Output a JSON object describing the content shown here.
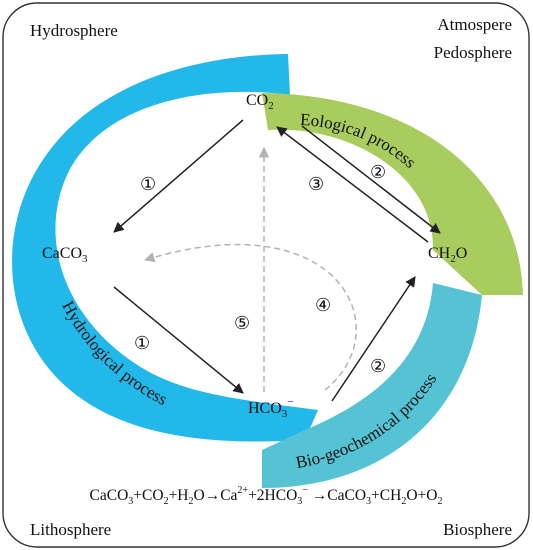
{
  "spheres": {
    "hydrosphere": "Hydrosphere",
    "atmosphere": "Atmospere",
    "pedosphere": "Pedosphere",
    "lithosphere": "Lithosphere",
    "biosphere": "Biosphere"
  },
  "nodes": {
    "co2": {
      "base": "CO",
      "sub": "2"
    },
    "caco3": {
      "base": "CaCO",
      "sub": "3"
    },
    "ch2o": {
      "a": "CH",
      "sub": "2",
      "b": "O"
    },
    "hco3": {
      "base": "HCO",
      "sub": "3",
      "sup": "−"
    }
  },
  "processes": {
    "ecological": "Eological process",
    "hydrological": "Hydrological process",
    "biogeochemical": "Bio-geochemical process"
  },
  "steps": {
    "s1_upper": "①",
    "s1_lower": "①",
    "s2_upper": "②",
    "s2_lower": "②",
    "s3": "③",
    "s4": "④",
    "s5": "⑤"
  },
  "equation": {
    "t1": "CaCO",
    "t1s": "3",
    "t2": "+CO",
    "t2s": "2",
    "t3": "+H",
    "t3s": "2",
    "t4": "O→Ca",
    "t4p": "2+",
    "t5": "+2HCO",
    "t5s": "3",
    "t5p": "−",
    "t6": " →CaCO",
    "t6s": "3",
    "t7": "+CH",
    "t7s": "2",
    "t8": "O+O",
    "t8s": "2"
  },
  "colors": {
    "hydrological": "#22b8ea",
    "ecological": "#a8cd5e",
    "biogeochemical": "#55c3d3",
    "arrow": "#222222",
    "dashed": "#b3b3b3",
    "frame": "#333333"
  }
}
